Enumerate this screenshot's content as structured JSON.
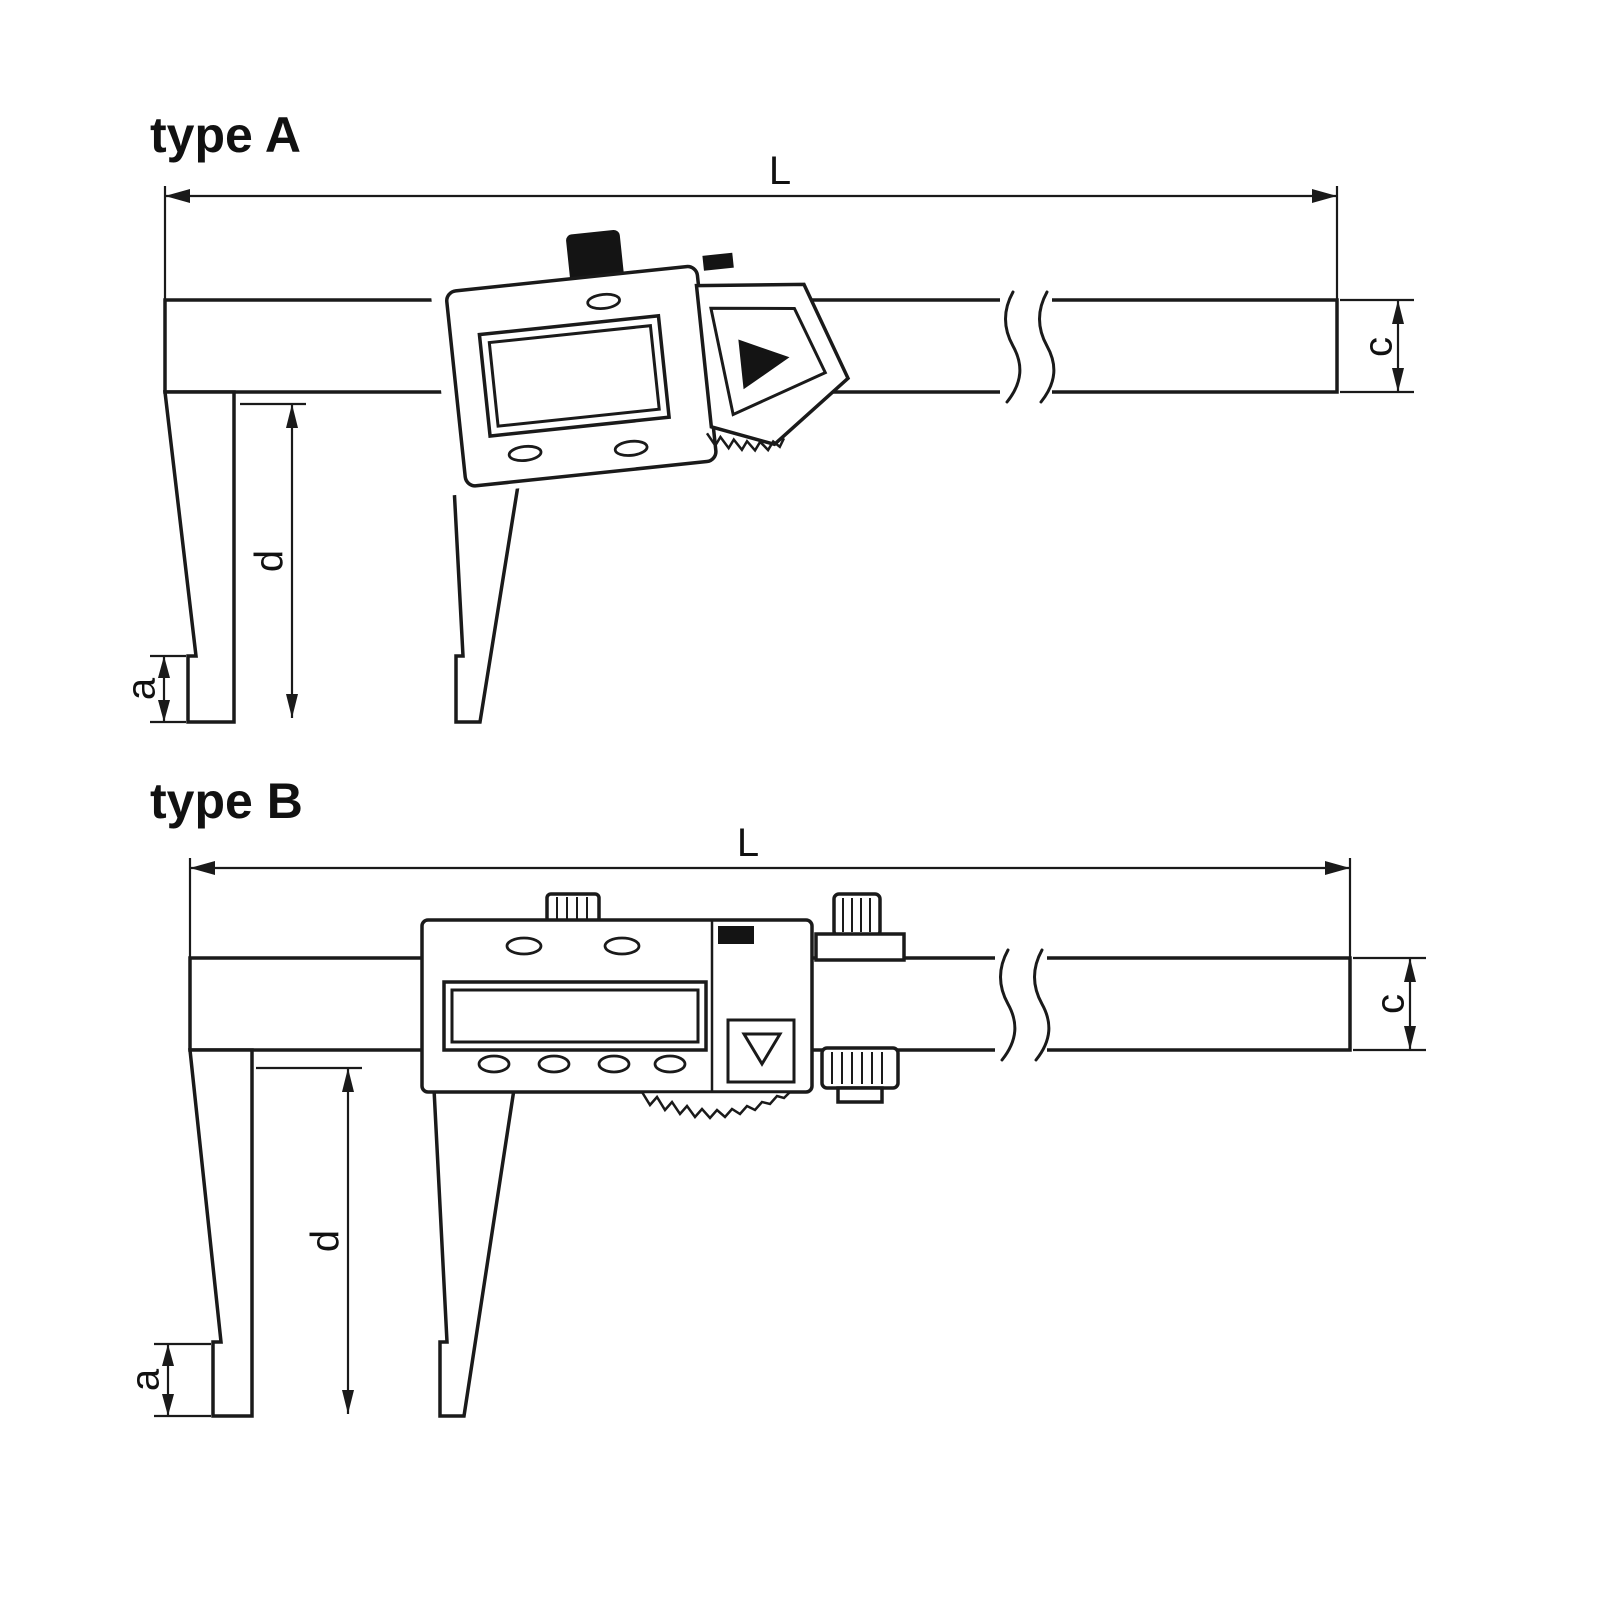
{
  "page": {
    "background_color": "#ffffff",
    "line_color": "#1a1a1a"
  },
  "type_a": {
    "title": "type A",
    "dims": {
      "L": "L",
      "c": "c",
      "d": "d",
      "a": "a"
    }
  },
  "type_b": {
    "title": "type B",
    "dims": {
      "L": "L",
      "c": "c",
      "d": "d",
      "a": "a"
    }
  }
}
